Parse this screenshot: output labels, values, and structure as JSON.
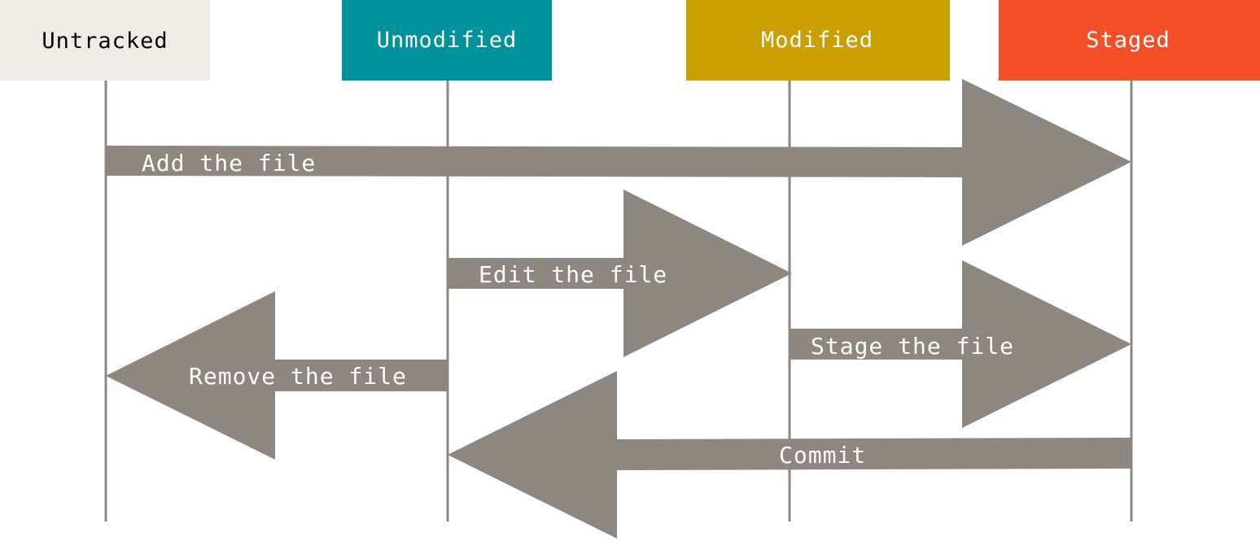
{
  "colors": {
    "untracked": "#efede6",
    "unmodified": "#00929b",
    "modified": "#cc9f00",
    "staged": "#f54f2a",
    "arrow": "#8e8780",
    "lifeline": "#8e8780",
    "label_dark": "#000000",
    "label_light": "#ffffff"
  },
  "states": {
    "untracked": "Untracked",
    "unmodified": "Unmodified",
    "modified": "Modified",
    "staged": "Staged"
  },
  "transitions": {
    "add": "Add the file",
    "edit": "Edit the file",
    "stage": "Stage the file",
    "remove": "Remove the file",
    "commit": "Commit"
  }
}
